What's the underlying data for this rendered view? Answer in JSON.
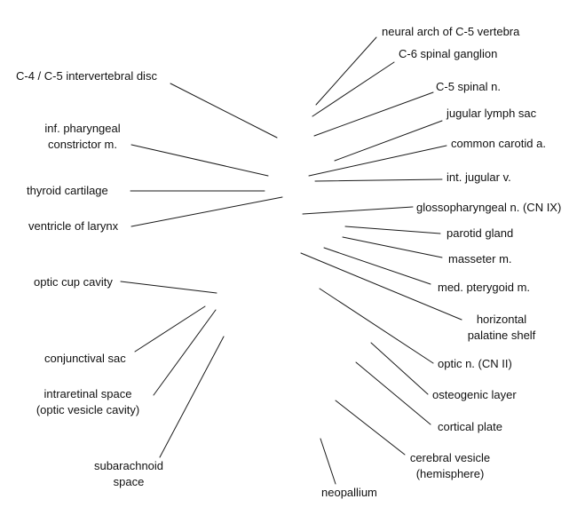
{
  "diagram": {
    "line_color": "#1a1a1a",
    "text_color": "#111111",
    "labels": {
      "neural_arch": "neural arch of C-5 vertebra",
      "c6_spinal_ganglion": "C-6 spinal ganglion",
      "c5_spinal_n": "C-5 spinal n.",
      "jugular_lymph_sac": "jugular lymph sac",
      "common_carotid": "common carotid a.",
      "int_jugular": "int. jugular v.",
      "glossopharyngeal": "glossopharyngeal n. (CN IX)",
      "parotid": "parotid gland",
      "masseter": "masseter m.",
      "med_pterygoid": "med. pterygoid m.",
      "horizontal_palatine_1": "horizontal",
      "horizontal_palatine_2": "palatine shelf",
      "optic_n": "optic n. (CN II)",
      "osteogenic": "osteogenic layer",
      "cortical": "cortical plate",
      "cerebral_vesicle_1": "cerebral vesicle",
      "cerebral_vesicle_2": "(hemisphere)",
      "neopallium": "neopallium",
      "c4_c5_disc": "C-4 / C-5 intervertebral disc",
      "inf_pharyngeal_1": "inf. pharyngeal",
      "inf_pharyngeal_2": "constrictor m.",
      "thyroid": "thyroid cartilage",
      "ventricle": "ventricle of larynx",
      "optic_cup": "optic cup cavity",
      "conjunctival": "conjunctival sac",
      "intraretinal_1": "intraretinal space",
      "intraretinal_2": "(optic vesicle cavity)",
      "subarachnoid_1": "subarachnoid",
      "subarachnoid_2": "space"
    }
  }
}
